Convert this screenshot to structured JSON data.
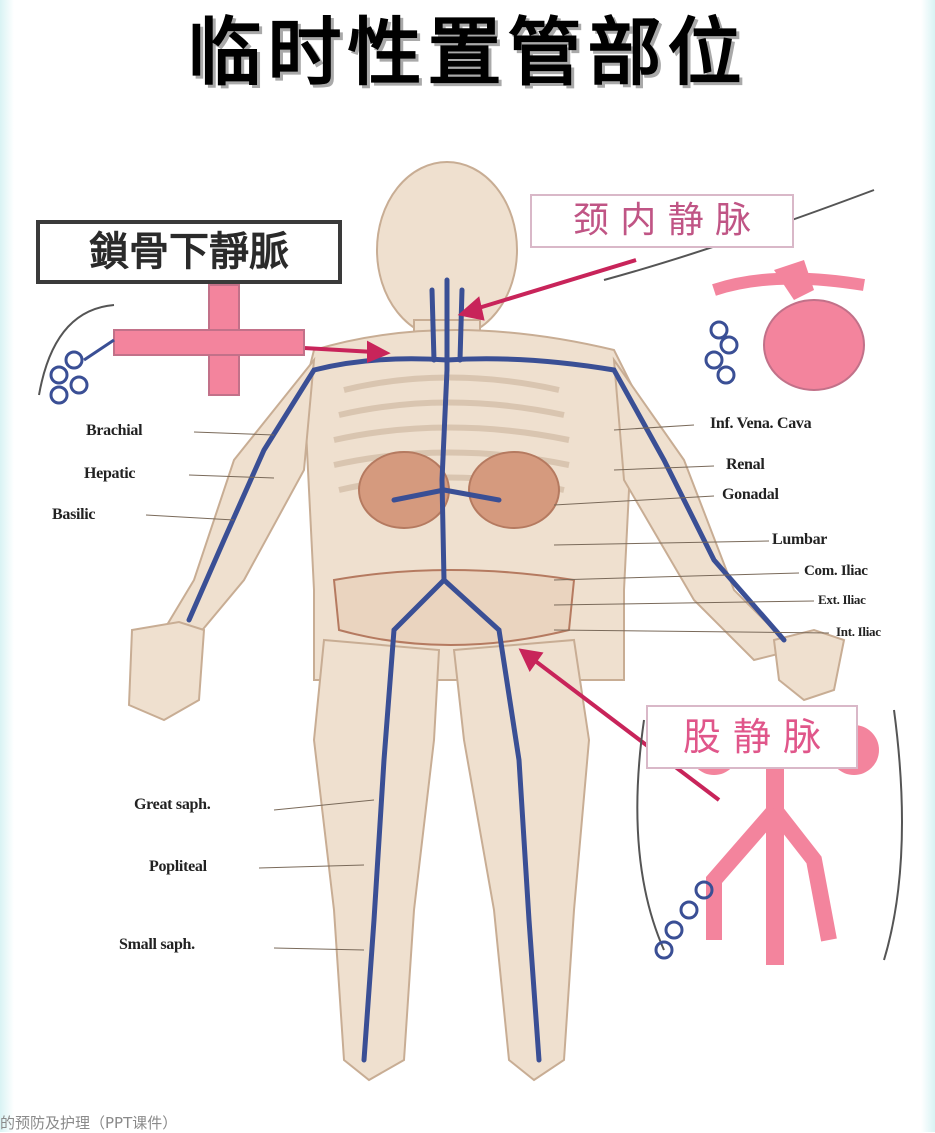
{
  "title": "临时性置管部位",
  "callouts": {
    "subclavian": "鎖骨下靜脈",
    "internal_jugular": "颈 内 静 脉",
    "femoral": "股 静 脉"
  },
  "left_labels": [
    "Brachial",
    "Hepatic",
    "Basilic",
    "Great saph.",
    "Popliteal",
    "Small saph."
  ],
  "right_labels": [
    "Inf. Vena. Cava",
    "Renal",
    "Gonadal",
    "Lumbar",
    "Com. Iliac",
    "Ext. Iliac",
    "Int. Iliac"
  ],
  "footer": "的预防及护理（PPT课件）",
  "colors": {
    "vein": "#3a4f95",
    "arrow": "#c8245a",
    "inset_pink": "#f3849d",
    "femoral_text": "#e0568a",
    "jugular_text": "#c05585"
  }
}
